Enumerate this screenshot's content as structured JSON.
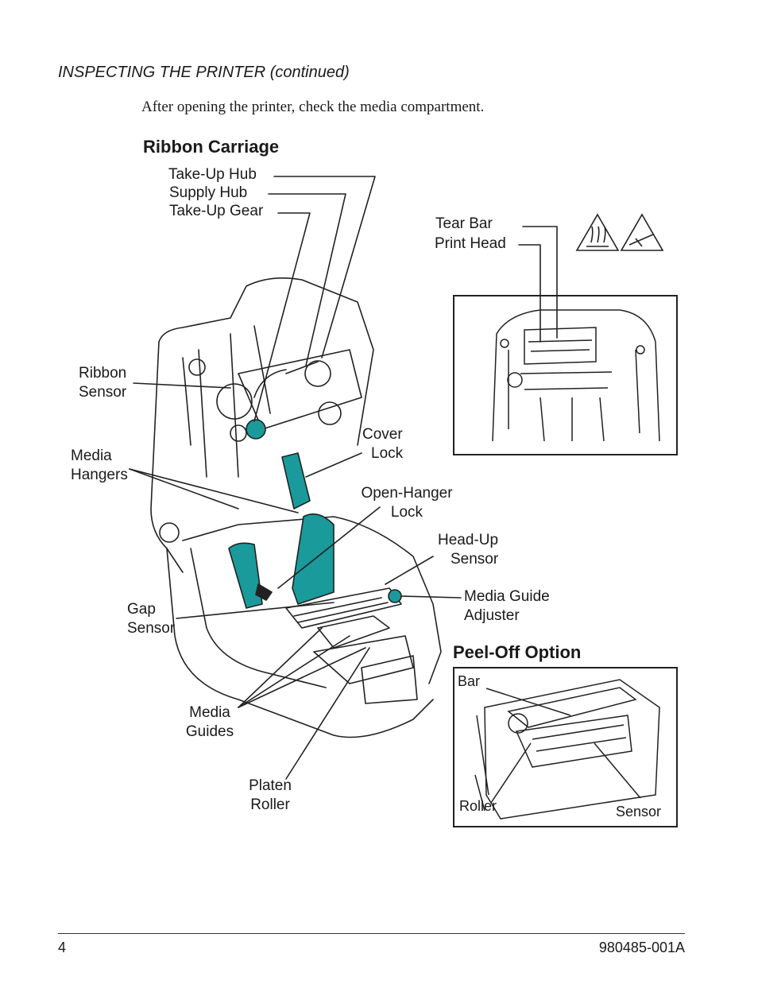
{
  "header": {
    "section_title": "INSPECTING THE PRINTER (continued)"
  },
  "intro": "After opening the printer, check the media compartment.",
  "figure": {
    "main_title": "Ribbon Carriage",
    "labels": {
      "take_up_hub": "Take-Up Hub",
      "supply_hub": "Supply Hub",
      "take_up_gear": "Take-Up Gear",
      "tear_bar": "Tear Bar",
      "print_head": "Print Head",
      "ribbon_sensor": [
        "Ribbon",
        "Sensor"
      ],
      "media_hangers": [
        "Media",
        "Hangers"
      ],
      "cover_lock": [
        "Cover",
        "Lock"
      ],
      "open_hanger_lock": [
        "Open-Hanger",
        "Lock"
      ],
      "head_up_sensor": [
        "Head-Up",
        "Sensor"
      ],
      "media_guide_adjuster": [
        "Media Guide",
        "Adjuster"
      ],
      "gap_sensor": [
        "Gap",
        "Sensor"
      ],
      "media_guides": [
        "Media",
        "Guides"
      ],
      "platen_roller": [
        "Platen",
        "Roller"
      ]
    },
    "peel_off": {
      "title": "Peel-Off Option",
      "bar": "Bar",
      "roller": "Roller",
      "sensor": "Sensor"
    },
    "accent_color": "#1a9a9a",
    "warning_icons": [
      "hot-surface-icon",
      "esd-caution-icon"
    ]
  },
  "footer": {
    "page_number": "4",
    "doc_number": "980485-001A"
  }
}
